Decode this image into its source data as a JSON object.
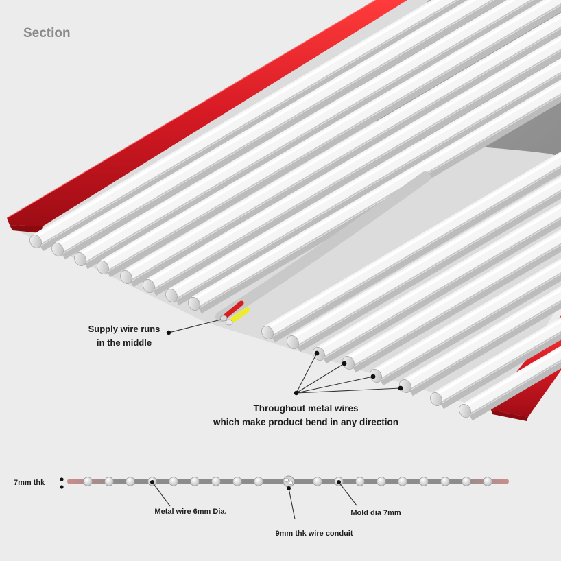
{
  "title": "Section",
  "callouts": {
    "supply_wire": [
      "Supply wire runs",
      "in the middle"
    ],
    "metal_wires": [
      "Throughout metal wires",
      "which make product bend in any direction"
    ]
  },
  "cross_section": {
    "thickness": "7mm thk",
    "metal_wire": "Metal wire 6mm Dia.",
    "conduit": "9mm thk wire conduit",
    "mold": "Mold dia 7mm"
  },
  "colors": {
    "background": "#ececec",
    "red_strip": "#cf1020",
    "wire": "#f6f6f6",
    "base_plate": "#999999",
    "conduit_red": "#d81e1e",
    "conduit_yellow": "#ecec2c"
  }
}
